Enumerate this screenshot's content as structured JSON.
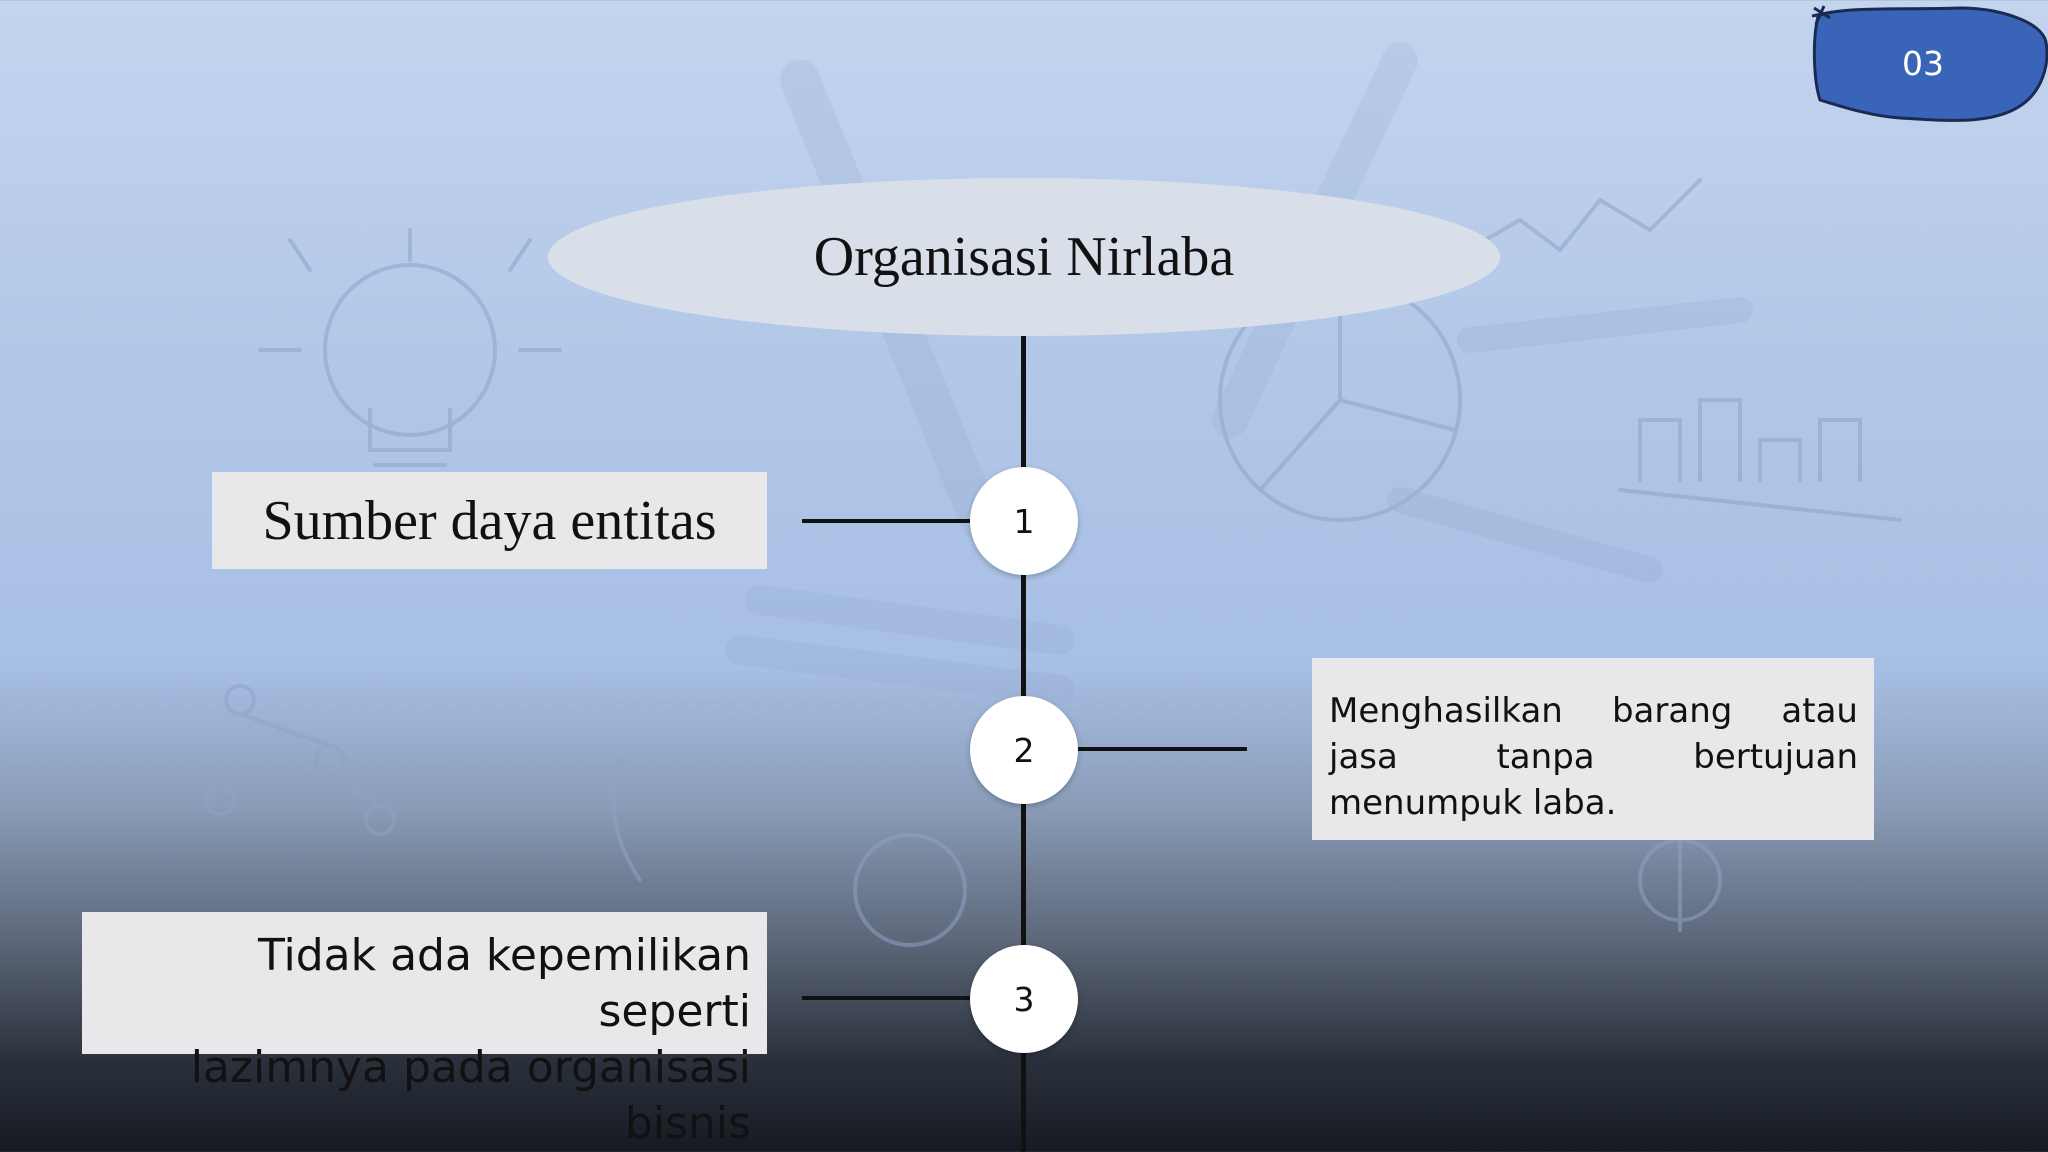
{
  "slide": {
    "number": "03"
  },
  "title": "Organisasi Nirlaba",
  "nodes": [
    "1",
    "2",
    "3"
  ],
  "points": {
    "p1": "Sumber daya entitas",
    "p2": "Menghasilkan barang atau jasa tanpa bertujuan menumpuk laba.",
    "p3_line1": "Tidak ada kepemilikan seperti",
    "p3_line2": "lazimnya pada organisasi bisnis"
  },
  "colors": {
    "badge_fill": "#3a64b8",
    "badge_outline": "#1b2a52",
    "ellipse": "#d9dfe9",
    "box": "#e8e8ea",
    "line": "#111111"
  },
  "icons": [
    "lightbulb-sketch",
    "pie-chart-sketch",
    "bar-chart-sketch",
    "dollar-sketch",
    "people-network-sketch"
  ]
}
